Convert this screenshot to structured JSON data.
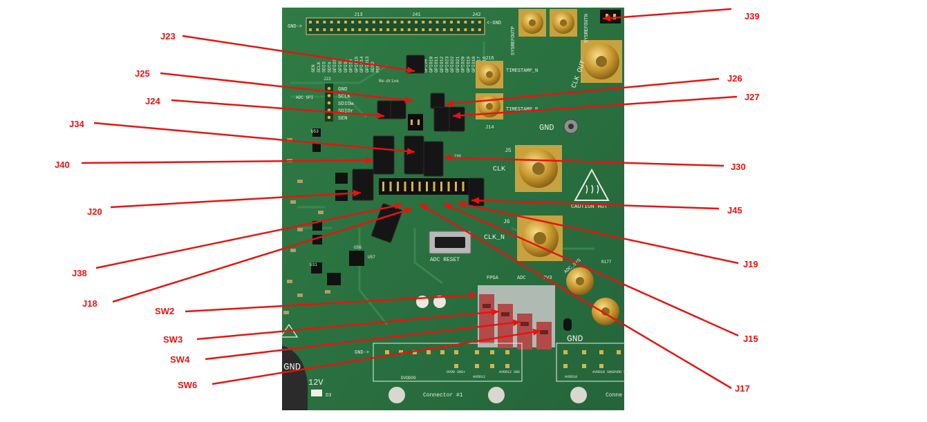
{
  "callouts": [
    "J23",
    "J25",
    "J24",
    "J34",
    "J40",
    "J20",
    "J38",
    "J18",
    "SW2",
    "SW3",
    "SW4",
    "SW6",
    "J39",
    "J26",
    "J27",
    "J30",
    "J45",
    "J19",
    "J15",
    "J17"
  ],
  "board": {
    "header_row": [
      "GND->",
      "J13",
      "J41",
      "J42",
      "<-GND"
    ],
    "signals_left": [
      "SEN",
      "SCLK",
      "SDIO",
      "SDTb",
      "GPIO3",
      "GPIO2",
      "GPIO1",
      "GPIO0",
      "GPIO15",
      "GPIO14",
      "GPIO13",
      "SDIO",
      "PDN"
    ],
    "signals_right": [
      "GPIO8",
      "GPIO9",
      "GPIO10",
      "GPIO11",
      "GPIO12",
      "GPIO23",
      "GPIO22",
      "GPIO21",
      "GPIO20",
      "GPIO19",
      "GPIO18",
      "GPIO17",
      "GPIO16"
    ],
    "adc_spi": "ADC SPI",
    "j22": "J22",
    "spi_pins": [
      "GND",
      "SCLK",
      "SDIOw",
      "SDIOr",
      "SEN"
    ],
    "redrive": "Re-drive",
    "sysrefoutp": "SYSREFOUTP",
    "sysrefoutn": "SYSREFOUTN",
    "timestamp_n": "TIMESTAMP_N",
    "timestamp_p": "TIMESTAMP_P",
    "j16": "J16",
    "j14": "J14",
    "clk_out": "CLK OUT",
    "j5": "J5",
    "clk": "CLK",
    "j6": "J6",
    "clk_n": "CLK_N",
    "gnd": "GND",
    "caution": "CAUTION HOT",
    "adc_reset": "ADC RESET",
    "adc_sys": "ADC_SYS",
    "fpga": "FPGA",
    "adc_label": "ADC",
    "vddios_label": "3V3",
    "gnd_bottom": "GND->",
    "dvdd09": "DVDD09",
    "dvdd_sns": "DVDD SNS+",
    "avdd12": "AVDD12",
    "avdd12_sns": "AVDD12 SNS",
    "avdd18": "AVDD18",
    "avdd18_sns": "AVDD18 SNS",
    "dvdd_sns2": "DVDD SNS",
    "connector1": "Connector #1",
    "connector2": "Conne",
    "v12": "12V",
    "d3": "D3",
    "gnd_left": "GND",
    "j30": "J30",
    "u56": "U56",
    "u57": "U57",
    "u53": "U53",
    "u31": "U31",
    "r177": "R177"
  }
}
